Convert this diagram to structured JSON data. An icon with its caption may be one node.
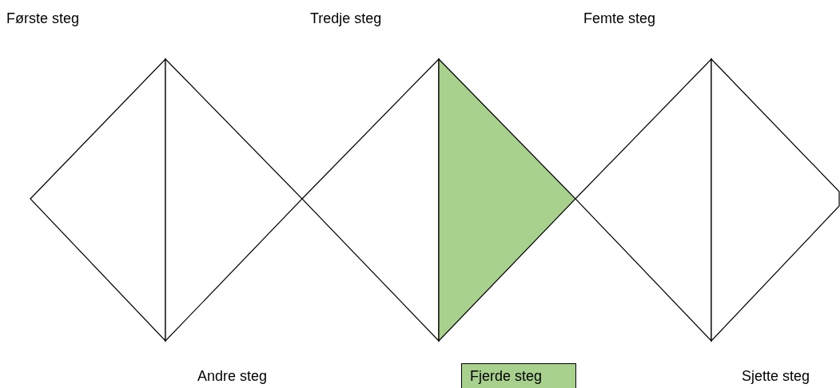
{
  "diagram": {
    "nodes": [
      {
        "text": [],
        "shape": "triangle"
      },
      {
        "text": [],
        "shape": "triangle"
      },
      {
        "text": [],
        "shape": "triangle"
      },
      {
        "text": [],
        "shape": "triangle"
      },
      {
        "text": [],
        "shape": "triangle"
      },
      {
        "text": [],
        "shape": "triangle"
      },
      {
        "text": [
          "Fjerde steg"
        ]
      }
    ],
    "edges": [],
    "labels": [
      "Første steg",
      "Tredje steg",
      "Femte steg",
      "Andre steg",
      "Sjette steg"
    ]
  }
}
